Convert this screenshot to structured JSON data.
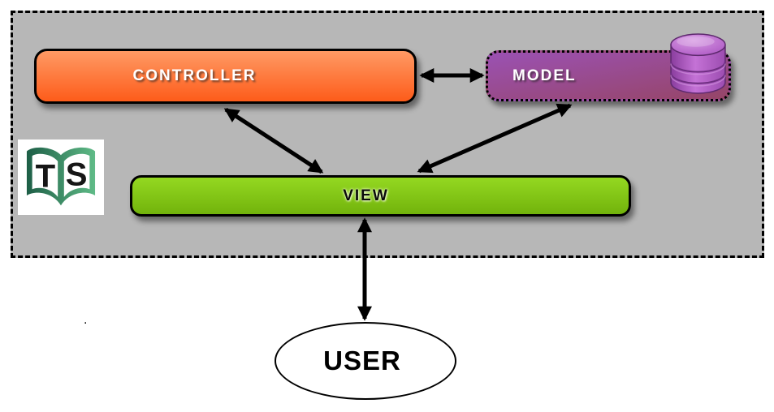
{
  "diagram": {
    "type": "architecture-diagram",
    "nodes": {
      "controller": {
        "label": "CONTROLLER",
        "shape": "rounded-rect",
        "border": "solid"
      },
      "model": {
        "label": "MODEL",
        "shape": "rounded-rect",
        "border": "dotted"
      },
      "view": {
        "label": "VIEW",
        "shape": "rounded-rect",
        "border": "solid"
      },
      "user": {
        "label": "USER",
        "shape": "ellipse",
        "border": "solid"
      }
    },
    "edges": [
      {
        "name": "edge-controller-model",
        "from": "controller",
        "to": "model",
        "bidirectional": true,
        "points": [
          519,
          93,
          594,
          93
        ]
      },
      {
        "name": "edge-controller-view",
        "from": "controller",
        "to": "view",
        "bidirectional": true,
        "points": [
          278,
          135,
          396,
          212
        ]
      },
      {
        "name": "edge-model-view",
        "from": "model",
        "to": "view",
        "bidirectional": true,
        "points": [
          702,
          130,
          516,
          211
        ]
      },
      {
        "name": "edge-view-user",
        "from": "view",
        "to": "user",
        "bidirectional": true,
        "points": [
          449,
          271,
          449,
          393
        ]
      }
    ],
    "icons": {
      "database": "database-cylinder-icon",
      "logo": "open-book-ts-logo"
    },
    "logo": {
      "left_letter": "T",
      "right_letter": "S"
    },
    "stray_mark": "."
  },
  "colors": {
    "canvas-bg": "#ffffff",
    "container-bg": "#b7b7b7",
    "border-black": "#000000",
    "controller-top": "#ff9a64",
    "controller-bottom": "#fd5c1a",
    "model-top": "#9b51b3",
    "model-bottom": "#964567",
    "view-top": "#94d821",
    "view-bottom": "#72b30c",
    "user-bg": "#ffffff",
    "edge": "#000000",
    "label-light": "#ffffff",
    "label-dark": "#0a0a0a",
    "book-green-dark": "#1d5e46",
    "book-green-light": "#5fbb87",
    "db-purple": "#a855bc"
  }
}
